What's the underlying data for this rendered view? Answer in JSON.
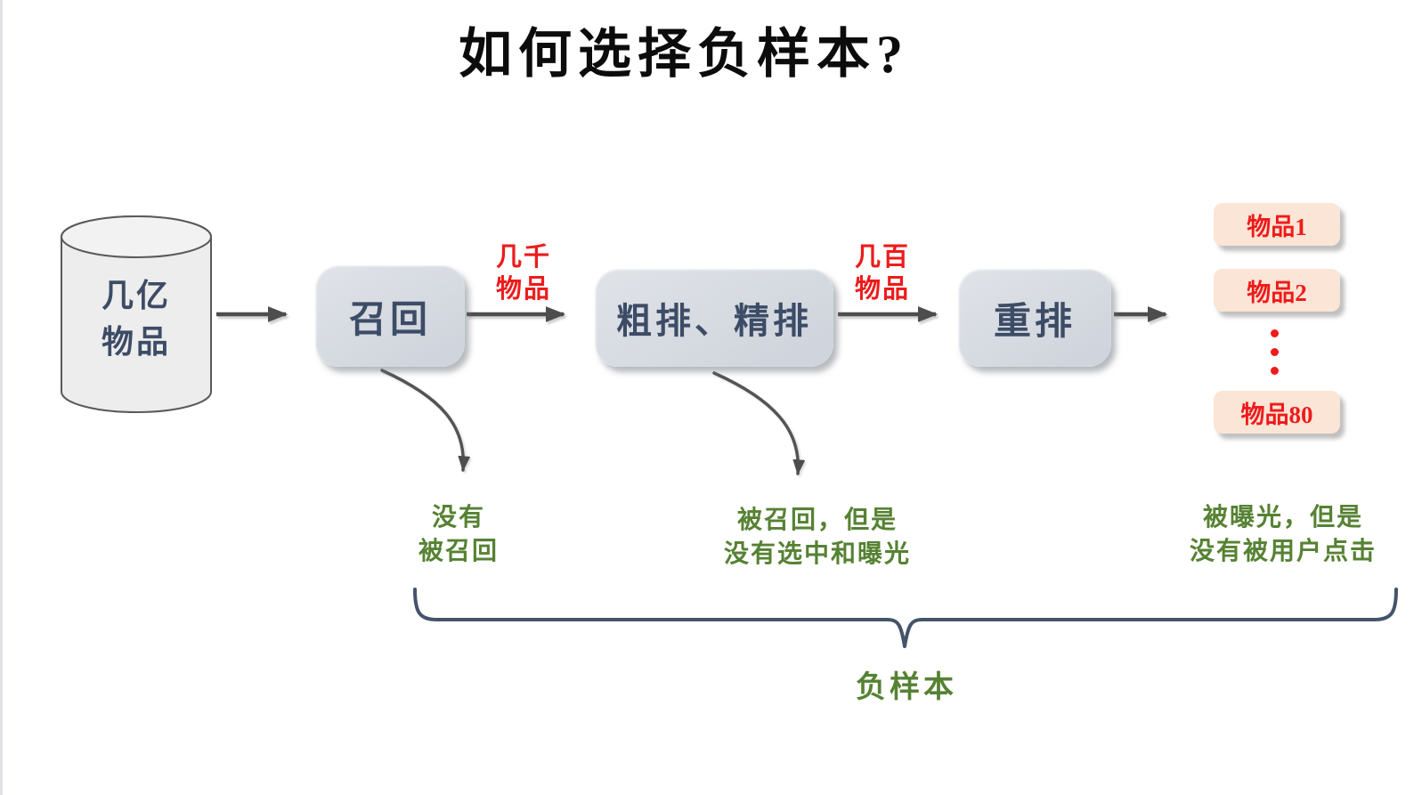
{
  "title": "如何选择负样本?",
  "source": {
    "line1": "几亿",
    "line2": "物品"
  },
  "stages": [
    {
      "label": "召回"
    },
    {
      "label": "粗排、精排"
    },
    {
      "label": "重排"
    }
  ],
  "flow_labels": [
    {
      "line1": "几千",
      "line2": "物品"
    },
    {
      "line1": "几百",
      "line2": "物品"
    }
  ],
  "output_items": [
    "物品1",
    "物品2",
    "物品80"
  ],
  "annotations": [
    {
      "line1": "没有",
      "line2": "被召回"
    },
    {
      "line1": "被召回，但是",
      "line2": "没有选中和曝光"
    },
    {
      "line1": "被曝光，但是",
      "line2": "没有被用户点击"
    }
  ],
  "brace_label": "负样本",
  "colors": {
    "navy": "#3d4c66",
    "red": "#ee1b1b",
    "green": "#568233",
    "box-fill": "#d0d5dd",
    "box-fill-light": "#e0e3e8",
    "item-fill": "#fbe5d6",
    "arrow": "#4d4d4d",
    "brace": "#44546a",
    "cyl-fill": "#ededed",
    "cyl-top": "#f2f2f2",
    "cyl-stroke": "#5a5a5a"
  }
}
